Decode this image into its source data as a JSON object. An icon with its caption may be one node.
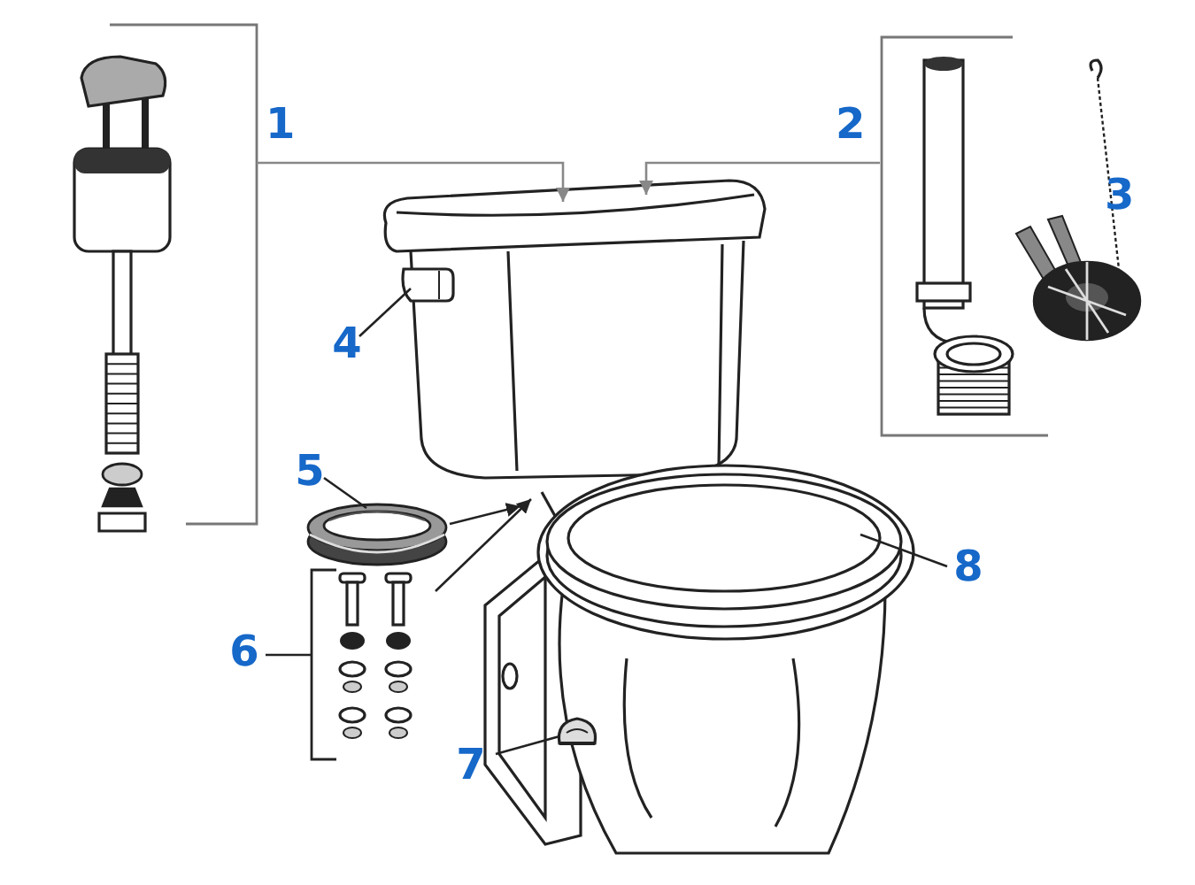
{
  "diagram": {
    "nodes": [
      {
        "text": [],
        "shape": "picture"
      },
      {
        "text": [],
        "shape": "bracket"
      },
      {
        "text": [],
        "shape": "picture",
        "in": 1
      },
      {
        "text": [],
        "shape": "picture",
        "in": 1
      },
      {
        "text": [],
        "shape": "picture"
      },
      {
        "text": [],
        "shape": "picture"
      },
      {
        "text": [
          "4"
        ]
      },
      {
        "text": [],
        "shape": "picture"
      },
      {
        "text": [
          "5"
        ]
      },
      {
        "text": [],
        "shape": "picture"
      },
      {
        "text": [
          "6"
        ]
      },
      {
        "text": [],
        "shape": "picture"
      },
      {
        "text": [],
        "shape": "picture"
      },
      {
        "text": [
          "7"
        ]
      },
      {
        "text": [],
        "shape": "picture",
        "in": 11
      },
      {
        "text": [
          "8"
        ]
      }
    ],
    "edges": [
      {
        "from": 0,
        "to": 4,
        "arrow": "to",
        "label": "1",
        "color": "#888888"
      },
      {
        "from": 1,
        "to": 4,
        "arrow": "to",
        "label": "2",
        "color": "#888888"
      },
      {
        "from": 6,
        "to": 5,
        "arrow": "none"
      },
      {
        "from": 8,
        "to": 7,
        "arrow": "none"
      },
      {
        "from": 7,
        "to": 11,
        "arrow": "to"
      },
      {
        "from": 10,
        "to": 9,
        "arrow": "none"
      },
      {
        "from": 9,
        "to": 11,
        "arrow": "to"
      },
      {
        "from": 13,
        "to": 14,
        "arrow": "none"
      },
      {
        "from": 15,
        "to": 12,
        "arrow": "none"
      }
    ],
    "labels": [
      "3"
    ]
  }
}
